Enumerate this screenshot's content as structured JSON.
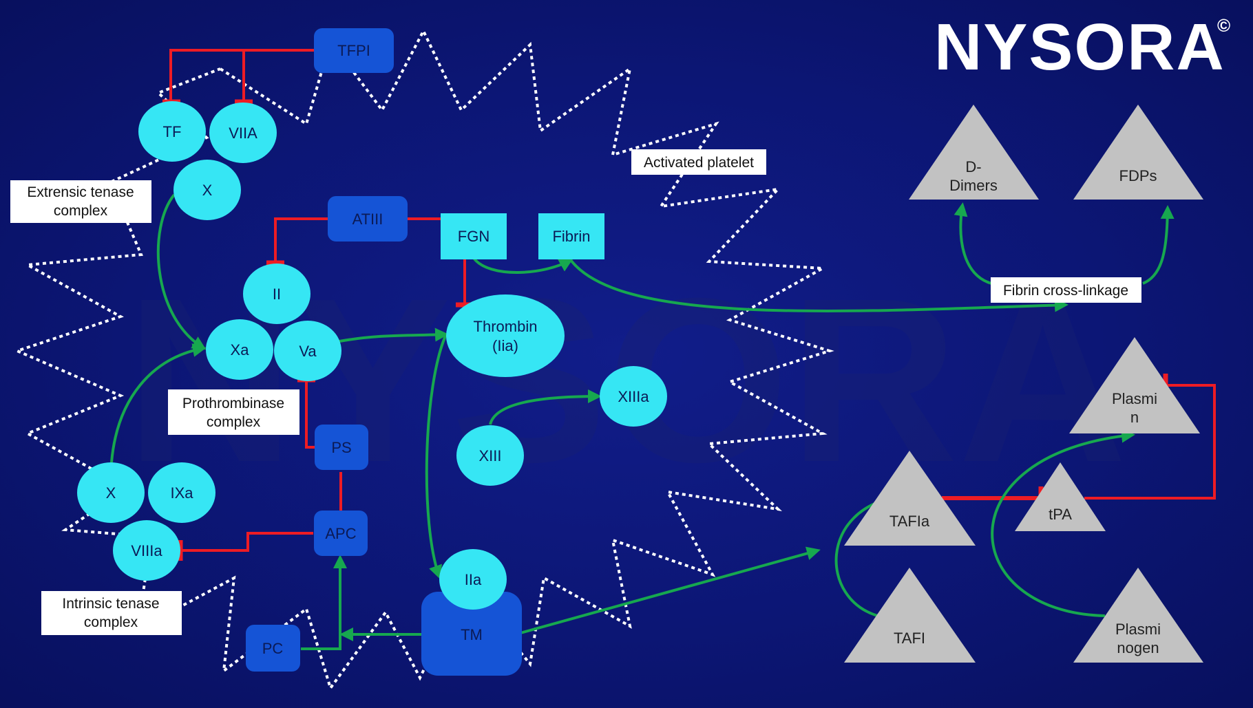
{
  "logo": {
    "text": "NYSORA",
    "mark": "©"
  },
  "watermark": "NYSORA",
  "colors": {
    "background": "#0c1675",
    "cyan_node": "#36e6f4",
    "blue_box": "#1554d6",
    "triangle": "#c2c2c2",
    "activation": "#17a84f",
    "inhibition": "#ee1c24",
    "platelet_outline": "#ffffff"
  },
  "labels": {
    "extrinsic": [
      "Extrensic tenase",
      "complex"
    ],
    "intrinsic": [
      "Intrinsic tenase",
      "complex"
    ],
    "prothrombinase": [
      "Prothrombinase",
      "complex"
    ],
    "activated_platelet": "Activated platelet",
    "fibrin_crosslink": "Fibrin cross-linkage"
  },
  "nodes": {
    "tf": "TF",
    "viia": "VIIA",
    "x_top": "X",
    "ii": "II",
    "xa": "Xa",
    "va": "Va",
    "thrombin": [
      "Thrombin",
      "(Iia)"
    ],
    "xiiia": "XIIIa",
    "xiii": "XIII",
    "x_bottom": "X",
    "ixa": "IXa",
    "viiia": "VIIIa",
    "iia": "IIa"
  },
  "boxes": {
    "tfpi": "TFPI",
    "atiii": "ATIII",
    "fgn": "FGN",
    "fibrin": "Fibrin",
    "ps": "PS",
    "apc": "APC",
    "pc": "PC",
    "tm": "TM"
  },
  "triangles": {
    "ddimers": [
      "D-",
      "Dimers"
    ],
    "fdps": "FDPs",
    "plasmin": [
      "Plasmi",
      "n"
    ],
    "tafia": "TAFIa",
    "tpa": "tPA",
    "tafi": "TAFI",
    "plasminogen": [
      "Plasmi",
      "nogen"
    ]
  }
}
